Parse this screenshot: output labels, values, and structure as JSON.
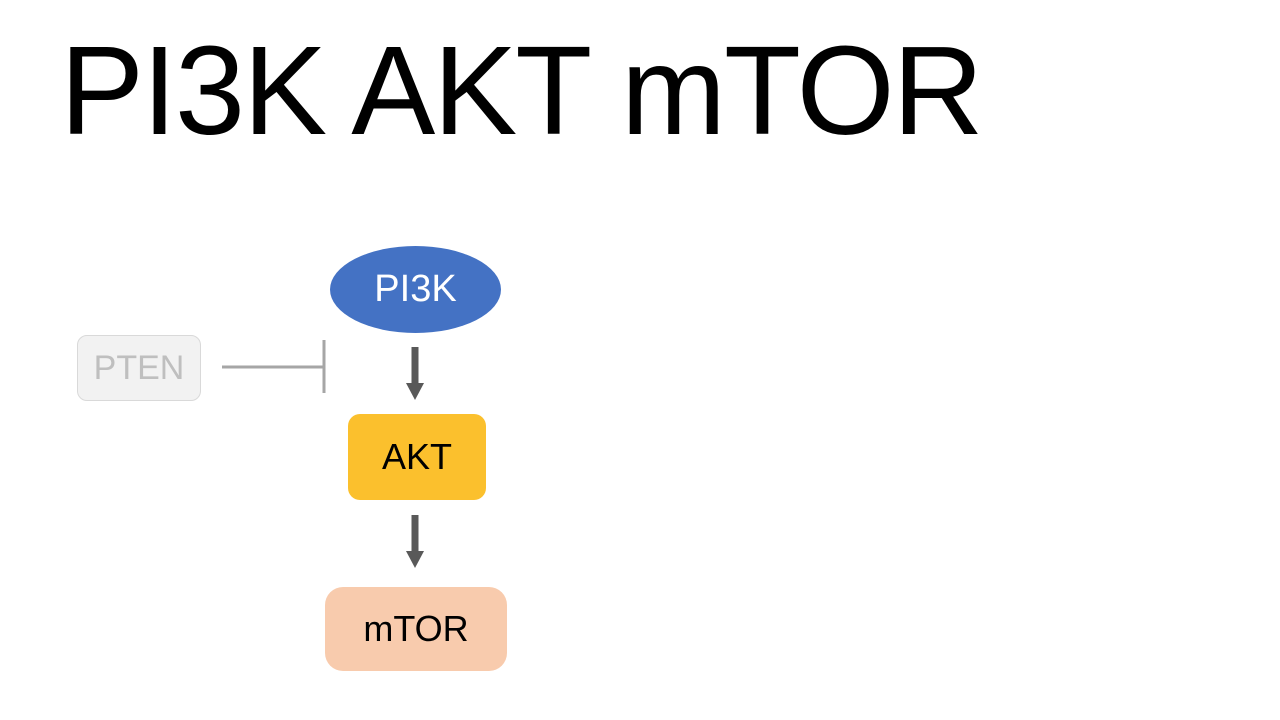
{
  "slide": {
    "title": "PI3K AKT mTOR"
  },
  "diagram": {
    "nodes": {
      "pi3k": {
        "label": "PI3K",
        "fill": "#4472c4",
        "text_color": "#ffffff"
      },
      "akt": {
        "label": "AKT",
        "fill": "#fbc02d",
        "text_color": "#000000"
      },
      "mtor": {
        "label": "mTOR",
        "fill": "#f8cbad",
        "text_color": "#000000"
      },
      "pten": {
        "label": "PTEN",
        "fill": "#f2f2f2",
        "text_color": "#bfbfbf"
      }
    },
    "edges": [
      {
        "from": "PI3K",
        "to": "AKT",
        "kind": "activation-arrow",
        "color": "#595959"
      },
      {
        "from": "AKT",
        "to": "mTOR",
        "kind": "activation-arrow",
        "color": "#595959"
      },
      {
        "from": "PTEN",
        "to": "PI3K/AKT",
        "kind": "inhibition-bar",
        "color": "#a6a6a6"
      }
    ]
  }
}
